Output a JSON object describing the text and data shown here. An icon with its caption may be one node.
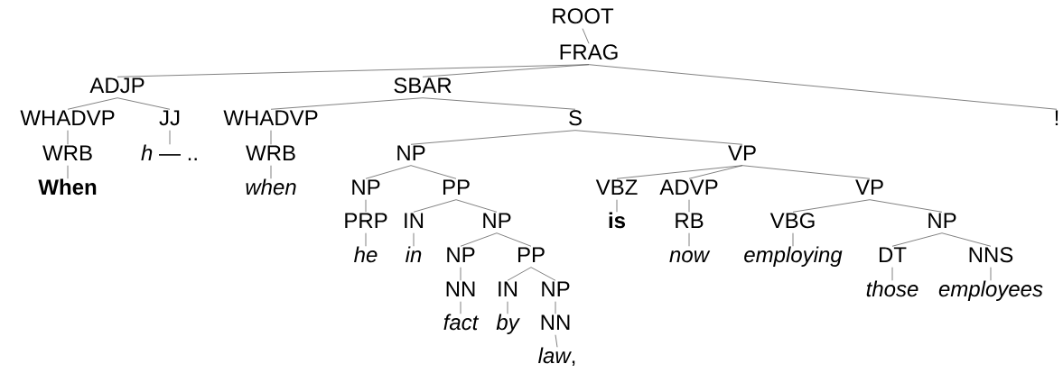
{
  "diagram": {
    "nodes": [
      {
        "text": [
          "ROOT"
        ]
      },
      {
        "text": [
          "FRAG"
        ]
      },
      {
        "text": [
          "ADJP"
        ]
      },
      {
        "text": [
          "WHADVP"
        ]
      },
      {
        "text": [
          "WRB"
        ]
      },
      {
        "text": [
          "When"
        ]
      },
      {
        "text": [
          "JJ"
        ]
      },
      {
        "text": [
          "*h* — .."
        ]
      },
      {
        "text": [
          "SBAR"
        ]
      },
      {
        "text": [
          "WHADVP"
        ]
      },
      {
        "text": [
          "WRB"
        ]
      },
      {
        "text": [
          "when"
        ]
      },
      {
        "text": [
          "S"
        ]
      },
      {
        "text": [
          "NP"
        ]
      },
      {
        "text": [
          "NP"
        ]
      },
      {
        "text": [
          "PRP"
        ]
      },
      {
        "text": [
          "he"
        ]
      },
      {
        "text": [
          "PP"
        ]
      },
      {
        "text": [
          "IN"
        ]
      },
      {
        "text": [
          "in"
        ]
      },
      {
        "text": [
          "NP"
        ]
      },
      {
        "text": [
          "NP"
        ]
      },
      {
        "text": [
          "NN"
        ]
      },
      {
        "text": [
          "fact"
        ]
      },
      {
        "text": [
          "PP"
        ]
      },
      {
        "text": [
          "IN"
        ]
      },
      {
        "text": [
          "by"
        ]
      },
      {
        "text": [
          "NP"
        ]
      },
      {
        "text": [
          "NN"
        ]
      },
      {
        "text": [
          "*law*,"
        ]
      },
      {
        "text": [
          "VP"
        ]
      },
      {
        "text": [
          "VBZ"
        ]
      },
      {
        "text": [
          "is"
        ]
      },
      {
        "text": [
          "ADVP"
        ]
      },
      {
        "text": [
          "RB"
        ]
      },
      {
        "text": [
          "now"
        ]
      },
      {
        "text": [
          "VP"
        ]
      },
      {
        "text": [
          "VBG"
        ]
      },
      {
        "text": [
          "employing"
        ]
      },
      {
        "text": [
          "NP"
        ]
      },
      {
        "text": [
          "DT"
        ]
      },
      {
        "text": [
          "those"
        ]
      },
      {
        "text": [
          "NNS"
        ]
      },
      {
        "text": [
          "employees"
        ]
      },
      {
        "text": [
          "!"
        ]
      }
    ],
    "edges": [
      {
        "from": 0,
        "to": 1,
        "arrow": "none"
      },
      {
        "from": 1,
        "to": 2,
        "arrow": "none"
      },
      {
        "from": 2,
        "to": 3,
        "arrow": "none"
      },
      {
        "from": 3,
        "to": 4,
        "arrow": "none"
      },
      {
        "from": 4,
        "to": 5,
        "arrow": "none"
      },
      {
        "from": 2,
        "to": 6,
        "arrow": "none"
      },
      {
        "from": 6,
        "to": 7,
        "arrow": "none"
      },
      {
        "from": 1,
        "to": 8,
        "arrow": "none"
      },
      {
        "from": 8,
        "to": 9,
        "arrow": "none"
      },
      {
        "from": 9,
        "to": 10,
        "arrow": "none"
      },
      {
        "from": 10,
        "to": 11,
        "arrow": "none"
      },
      {
        "from": 8,
        "to": 12,
        "arrow": "none"
      },
      {
        "from": 12,
        "to": 13,
        "arrow": "none"
      },
      {
        "from": 13,
        "to": 14,
        "arrow": "none"
      },
      {
        "from": 14,
        "to": 15,
        "arrow": "none"
      },
      {
        "from": 15,
        "to": 16,
        "arrow": "none"
      },
      {
        "from": 13,
        "to": 17,
        "arrow": "none"
      },
      {
        "from": 17,
        "to": 18,
        "arrow": "none"
      },
      {
        "from": 18,
        "to": 19,
        "arrow": "none"
      },
      {
        "from": 17,
        "to": 20,
        "arrow": "none"
      },
      {
        "from": 20,
        "to": 21,
        "arrow": "none"
      },
      {
        "from": 21,
        "to": 22,
        "arrow": "none"
      },
      {
        "from": 22,
        "to": 23,
        "arrow": "none"
      },
      {
        "from": 20,
        "to": 24,
        "arrow": "none"
      },
      {
        "from": 24,
        "to": 25,
        "arrow": "none"
      },
      {
        "from": 25,
        "to": 26,
        "arrow": "none"
      },
      {
        "from": 24,
        "to": 27,
        "arrow": "none"
      },
      {
        "from": 27,
        "to": 28,
        "arrow": "none"
      },
      {
        "from": 28,
        "to": 29,
        "arrow": "none"
      },
      {
        "from": 12,
        "to": 30,
        "arrow": "none"
      },
      {
        "from": 30,
        "to": 31,
        "arrow": "none"
      },
      {
        "from": 31,
        "to": 32,
        "arrow": "none"
      },
      {
        "from": 30,
        "to": 33,
        "arrow": "none"
      },
      {
        "from": 33,
        "to": 34,
        "arrow": "none"
      },
      {
        "from": 34,
        "to": 35,
        "arrow": "none"
      },
      {
        "from": 30,
        "to": 36,
        "arrow": "none"
      },
      {
        "from": 36,
        "to": 37,
        "arrow": "none"
      },
      {
        "from": 37,
        "to": 38,
        "arrow": "none"
      },
      {
        "from": 36,
        "to": 39,
        "arrow": "none"
      },
      {
        "from": 39,
        "to": 40,
        "arrow": "none"
      },
      {
        "from": 40,
        "to": 41,
        "arrow": "none"
      },
      {
        "from": 39,
        "to": 42,
        "arrow": "none"
      },
      {
        "from": 42,
        "to": 43,
        "arrow": "none"
      },
      {
        "from": 1,
        "to": 44,
        "arrow": "none"
      }
    ]
  }
}
